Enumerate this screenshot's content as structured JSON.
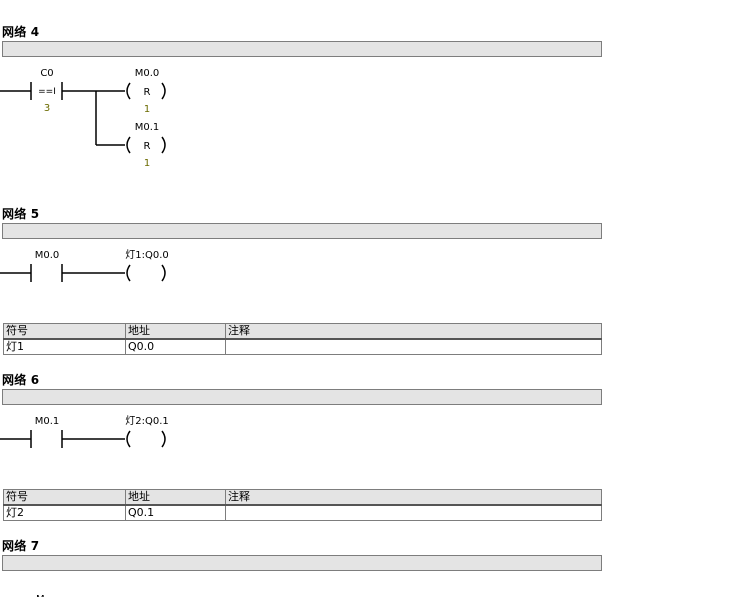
{
  "networks": [
    {
      "title": "网络 4",
      "contact": {
        "address": "C0",
        "operator": "==I",
        "operand": "3"
      },
      "coils": [
        {
          "address": "M0.0",
          "type": "R",
          "count": "1"
        },
        {
          "address": "M0.1",
          "type": "R",
          "count": "1"
        }
      ]
    },
    {
      "title": "网络 5",
      "contact": {
        "address": "M0.0"
      },
      "coil": {
        "address": "灯1:Q0.0"
      },
      "symbol_table": {
        "headers": [
          "符号",
          "地址",
          "注释"
        ],
        "rows": [
          [
            "灯1",
            "Q0.0",
            ""
          ]
        ]
      }
    },
    {
      "title": "网络 6",
      "contact": {
        "address": "M0.1"
      },
      "coil": {
        "address": "灯2:Q0.1"
      },
      "symbol_table": {
        "headers": [
          "符号",
          "地址",
          "注释"
        ],
        "rows": [
          [
            "灯2",
            "Q0.1",
            ""
          ]
        ]
      }
    },
    {
      "title": "网络 7",
      "partial_label": "M"
    }
  ],
  "colors": {
    "operand_text": "#6b6b00",
    "comment_bar": "#e4e4e4"
  }
}
